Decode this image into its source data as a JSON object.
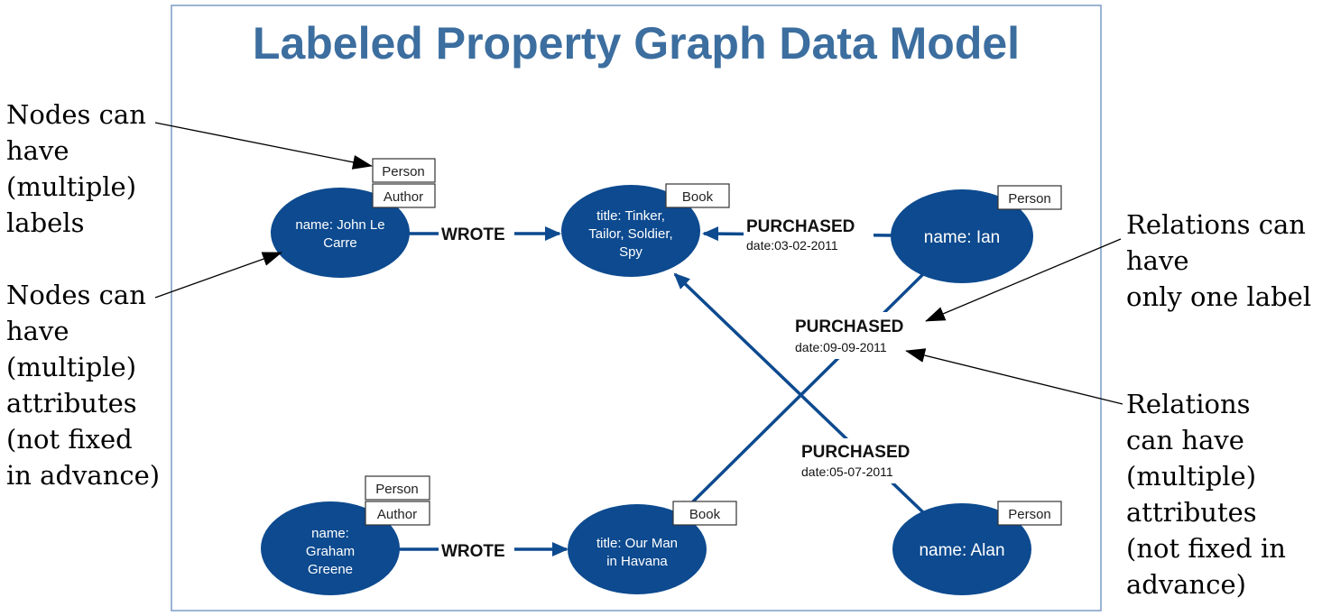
{
  "title": "Labeled Property Graph Data Model",
  "nodes": {
    "john": {
      "lines": [
        "name: John Le",
        "Carre"
      ],
      "labels": [
        "Person",
        "Author"
      ]
    },
    "tinker": {
      "lines": [
        "title: Tinker,",
        "Tailor, Soldier,",
        "Spy"
      ],
      "labels": [
        "Book"
      ]
    },
    "ian": {
      "lines": [
        "name: Ian"
      ],
      "labels": [
        "Person"
      ]
    },
    "graham": {
      "lines": [
        "name:",
        "Graham",
        "Greene"
      ],
      "labels": [
        "Person",
        "Author"
      ]
    },
    "havana": {
      "lines": [
        "title: Our Man",
        "in Havana"
      ],
      "labels": [
        "Book"
      ]
    },
    "alan": {
      "lines": [
        "name: Alan"
      ],
      "labels": [
        "Person"
      ]
    }
  },
  "relations": {
    "wrote1": {
      "label": "WROTE"
    },
    "wrote2": {
      "label": "WROTE"
    },
    "purchased1": {
      "label": "PURCHASED",
      "attr": "date:03-02-2011"
    },
    "purchased2": {
      "label": "PURCHASED",
      "attr": "date:09-09-2011"
    },
    "purchased3": {
      "label": "PURCHASED",
      "attr": "date:05-07-2011"
    }
  },
  "annotations": {
    "node_labels": [
      "Nodes can",
      "have",
      "(multiple)",
      "labels"
    ],
    "node_attrs": [
      "Nodes can",
      "have",
      "(multiple)",
      "attributes",
      "(not fixed",
      "in advance)"
    ],
    "rel_label": [
      "Relations can",
      "have",
      "only one label"
    ],
    "rel_attrs": [
      "Relations",
      "can have",
      "(multiple)",
      "attributes",
      "(not fixed in",
      "advance)"
    ]
  },
  "colors": {
    "node": "#0d4a8f",
    "title": "#3c6e9f",
    "frame": "#7a9cc4"
  }
}
